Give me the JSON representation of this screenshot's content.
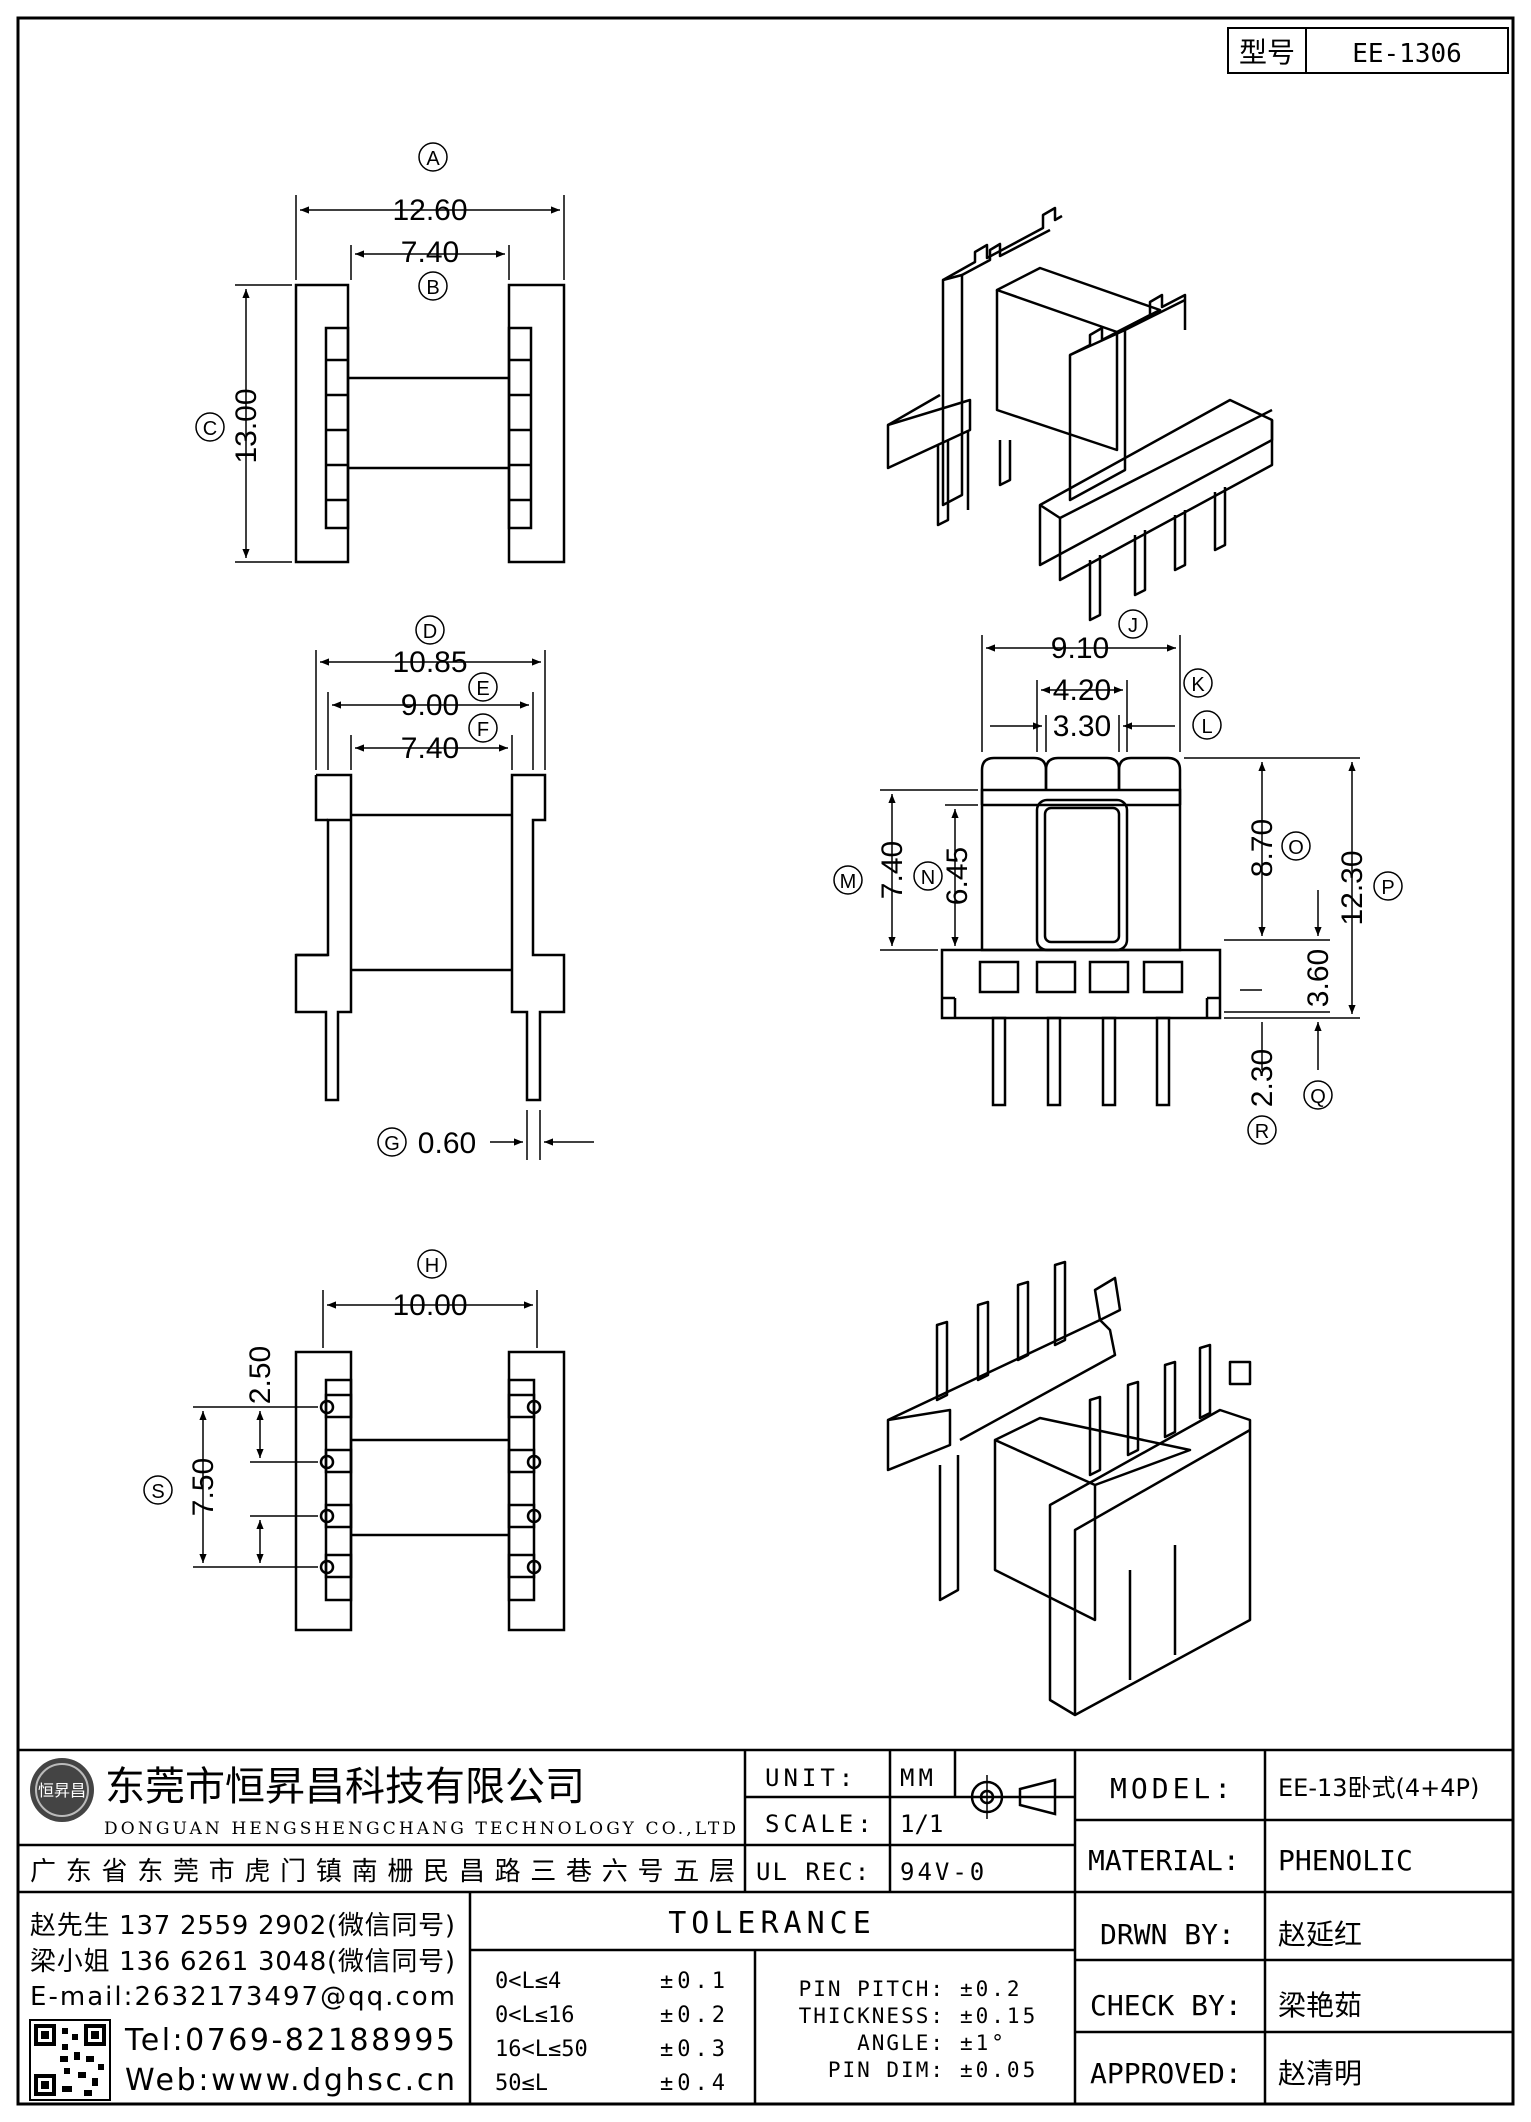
{
  "model_box": {
    "label": "型号",
    "value": "EE-1306"
  },
  "views": {
    "top": {
      "letters": [
        "A",
        "B",
        "C"
      ],
      "dims": [
        "12.60",
        "7.40",
        "13.00"
      ]
    },
    "front": {
      "letters": [
        "D",
        "E",
        "F",
        "G"
      ],
      "dims": [
        "10.85",
        "9.00",
        "7.40",
        "0.60"
      ]
    },
    "side": {
      "letters": [
        "J",
        "K",
        "L",
        "M",
        "N",
        "O",
        "P",
        "Q",
        "R"
      ],
      "dims": [
        "9.10",
        "4.20",
        "3.30",
        "7.40",
        "6.45",
        "8.70",
        "12.30",
        "3.60",
        "2.30"
      ]
    },
    "bottom": {
      "letters": [
        "H",
        "S"
      ],
      "dims": [
        "10.00",
        "2.50",
        "7.50"
      ]
    }
  },
  "title_block": {
    "company_cn": "东莞市恒昇昌科技有限公司",
    "company_en": "DONGUAN HENGSHENGCHANG TECHNOLOGY CO.,LTD",
    "logo_text": "恒昇昌",
    "address": "广东省东莞市虎门镇南栅民昌路三巷六号五层",
    "unit_label": "UNIT:",
    "unit_value": "MM",
    "scale_label": "SCALE:",
    "scale_value": "1/1",
    "ulrec_label": "UL REC:",
    "ulrec_value": "94V-0",
    "model_label": "MODEL:",
    "model_value": "EE-13卧式(4+4P)",
    "material_label": "MATERIAL:",
    "material_value": "PHENOLIC",
    "drawn_label": "DRWN BY:",
    "drawn_value": "赵延红",
    "check_label": "CHECK BY:",
    "check_value": "梁艳茹",
    "approved_label": "APPROVED:",
    "approved_value": "赵清明",
    "contacts": [
      "赵先生 137 2559 2902(微信同号)",
      "梁小姐 136 6261 3048(微信同号)",
      "E-mail:2632173497@qq.com"
    ],
    "tel": "Tel:0769-82188995",
    "web": "Web:www.dghsc.cn",
    "tolerance_title": "TOLERANCE",
    "tolerance_rows": [
      {
        "range": "0<L≤4",
        "tol": "±0.1"
      },
      {
        "range": "0<L≤16",
        "tol": "±0.2"
      },
      {
        "range": "16<L≤50",
        "tol": "±0.3"
      },
      {
        "range": "50≤L",
        "tol": "±0.4"
      }
    ],
    "spec_rows": [
      {
        "label": "PIN PITCH:",
        "value": "±0.2"
      },
      {
        "label": "THICKNESS:",
        "value": "±0.15"
      },
      {
        "label": "ANGLE:",
        "value": "±1°"
      },
      {
        "label": "PIN DIM:",
        "value": "±0.05"
      }
    ]
  }
}
